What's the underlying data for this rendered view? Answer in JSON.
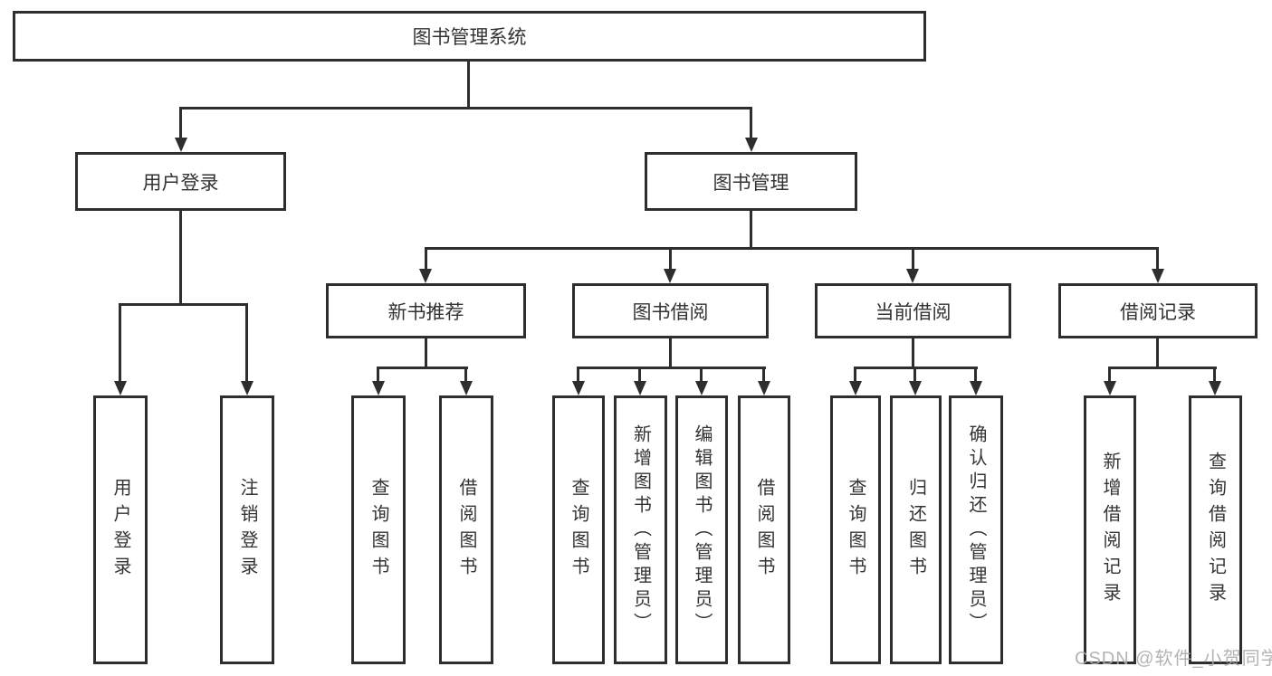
{
  "nodes": {
    "root": "图书管理系统",
    "user_login": "用户登录",
    "book_management": "图书管理",
    "new_book_recommend": "新书推荐",
    "book_borrow": "图书借阅",
    "current_borrow": "当前借阅",
    "borrow_records": "借阅记录",
    "leaves": {
      "user_login": [
        "用户登录",
        "注销登录"
      ],
      "new_book_recommend": [
        "查询图书",
        "借阅图书"
      ],
      "book_borrow": [
        "查询图书",
        "新增图书（管理员）",
        "编辑图书（管理员）",
        "借阅图书"
      ],
      "current_borrow": [
        "查询图书",
        "归还图书",
        "确认归还（管理员）"
      ],
      "borrow_records": [
        "新增借阅记录",
        "查询借阅记录"
      ]
    }
  },
  "watermark": "CSDN @软件_小贺同学",
  "colors": {
    "line": "#2e2e2e",
    "text": "#333333",
    "background": "#ffffff",
    "watermark": "#ababab"
  }
}
